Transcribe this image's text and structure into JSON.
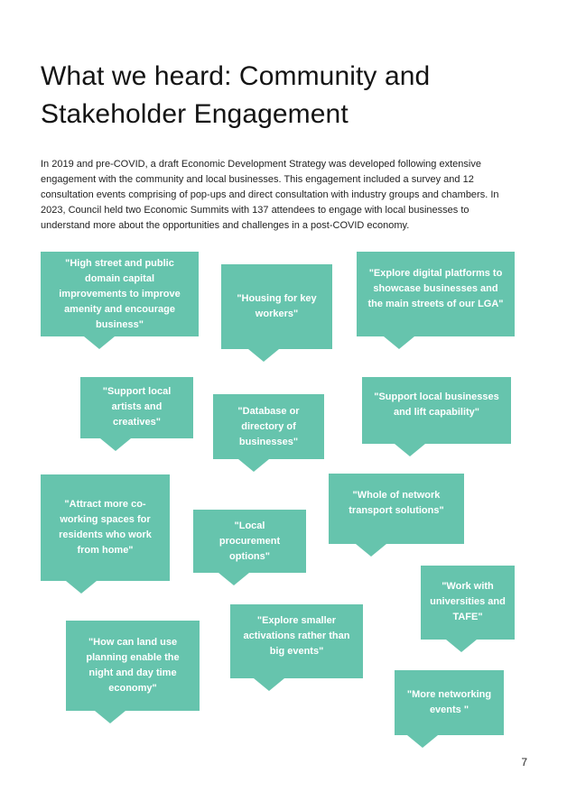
{
  "heading": {
    "title_line1": "What we heard: Community and",
    "title_line2": "Stakeholder Engagement"
  },
  "intro": "In 2019 and pre-COVID, a draft Economic Development Strategy was developed following extensive engagement with the community and local businesses. This engagement included a survey and 12 consultation events comprising of pop-ups and direct consultation with industry groups and chambers. In 2023, Council held two Economic Summits with 137 attendees to engage with local businesses to understand more about the opportunities and challenges in a post-COVID economy.",
  "quotes": [
    "\"High street and public domain capital improvements to improve amenity and encourage business\"",
    "\"Housing for key workers\"",
    "\"Explore digital platforms to showcase businesses and the main streets of our LGA\"",
    "\"Support local artists and creatives\"",
    "\"Database or directory of businesses\"",
    "\"Support local businesses and lift capability\"",
    "\"Attract more co-working spaces for residents who work from home\"",
    "\"Local procurement options\"",
    "\"Whole of network transport solutions\"",
    "\"Work with universities and TAFE\"",
    "\"Explore smaller activations rather than big events\"",
    "\"How can land use planning enable the night and day time economy\"",
    "\"More networking events \""
  ],
  "colors": {
    "accent": "#66c4ad"
  },
  "page_number": "7"
}
